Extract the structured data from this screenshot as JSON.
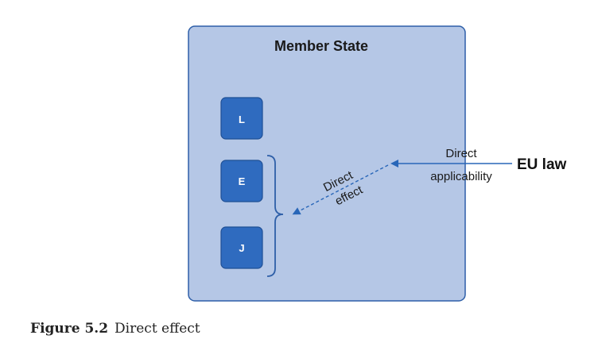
{
  "diagram": {
    "container_label": "Member State",
    "boxes": [
      {
        "label": "L"
      },
      {
        "label": "E"
      },
      {
        "label": "J"
      }
    ],
    "external_label": "EU law",
    "applicability_line1": "Direct",
    "applicability_line2": "applicability",
    "effect_line1": "Direct",
    "effect_line2": "effect"
  },
  "caption": {
    "number": "Figure 5.2",
    "text": "Direct effect"
  },
  "colors": {
    "container_fill": "#b5c7e6",
    "container_stroke": "#2e5fa8",
    "box_fill": "#2f6bbf",
    "box_stroke": "#1f4f95",
    "arrow": "#2866b8"
  }
}
